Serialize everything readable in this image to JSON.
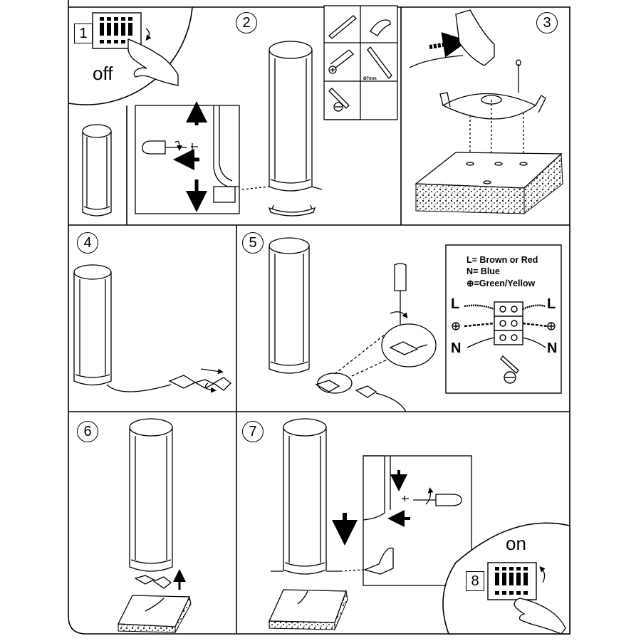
{
  "steps": {
    "s1": {
      "num": "1",
      "word": "off"
    },
    "s2": {
      "num": "2"
    },
    "s3": {
      "num": "3"
    },
    "s4": {
      "num": "4"
    },
    "s5": {
      "num": "5"
    },
    "s6": {
      "num": "6"
    },
    "s7": {
      "num": "7",
      "word": "on"
    },
    "s8": {
      "num": "8"
    }
  },
  "tools": {
    "drill_size": "Ø7mm"
  },
  "legend": {
    "line_l": "L= Brown or Red",
    "line_n": "N= Blue",
    "line_earth": "⊕=Green/Yellow",
    "terminal_l": "L",
    "terminal_n": "N"
  }
}
